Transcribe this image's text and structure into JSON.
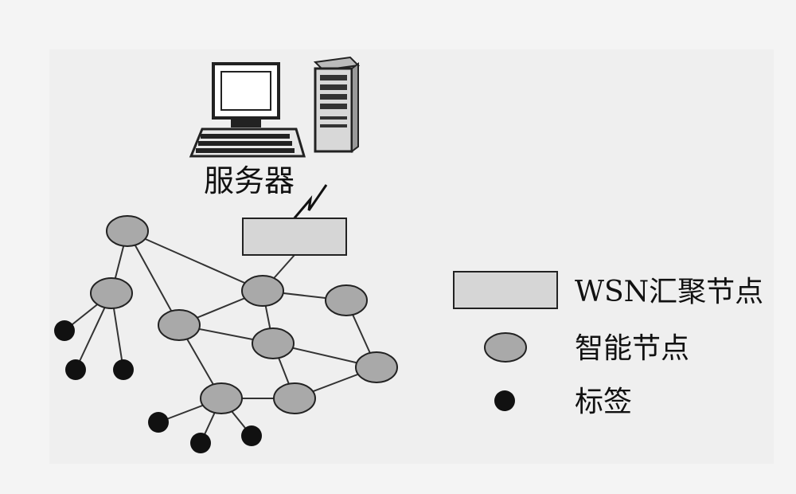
{
  "server": {
    "label": "服务器"
  },
  "legend": {
    "sink_label": "WSN汇聚节点",
    "smart_label": "智能节点",
    "tag_label": "标签"
  },
  "colors": {
    "background": "#f4f4f4",
    "panel": "#efefef",
    "node_fill": "#a9a9a9",
    "sink_fill": "#d6d6d6",
    "tag_fill": "#111111",
    "line": "#333333"
  },
  "graph": {
    "smart_nodes": [
      "n1",
      "n2",
      "n3",
      "n4",
      "n5",
      "n6",
      "n7",
      "n8",
      "n9"
    ],
    "tags": [
      "t1",
      "t2",
      "t3",
      "t4",
      "t5",
      "t6"
    ],
    "edges": [
      [
        "n1",
        "n2"
      ],
      [
        "n1",
        "n3"
      ],
      [
        "n1",
        "n4"
      ],
      [
        "sink",
        "n4"
      ],
      [
        "n4",
        "n3"
      ],
      [
        "n4",
        "n5"
      ],
      [
        "n4",
        "n6"
      ],
      [
        "n3",
        "n6"
      ],
      [
        "n3",
        "n7"
      ],
      [
        "n5",
        "n9"
      ],
      [
        "n6",
        "n9"
      ],
      [
        "n6",
        "n8"
      ],
      [
        "n7",
        "n8"
      ],
      [
        "n8",
        "n9"
      ],
      [
        "n2",
        "t1"
      ],
      [
        "n2",
        "t2"
      ],
      [
        "n2",
        "t3"
      ],
      [
        "n7",
        "t4"
      ],
      [
        "n7",
        "t5"
      ],
      [
        "n7",
        "t6"
      ]
    ]
  }
}
